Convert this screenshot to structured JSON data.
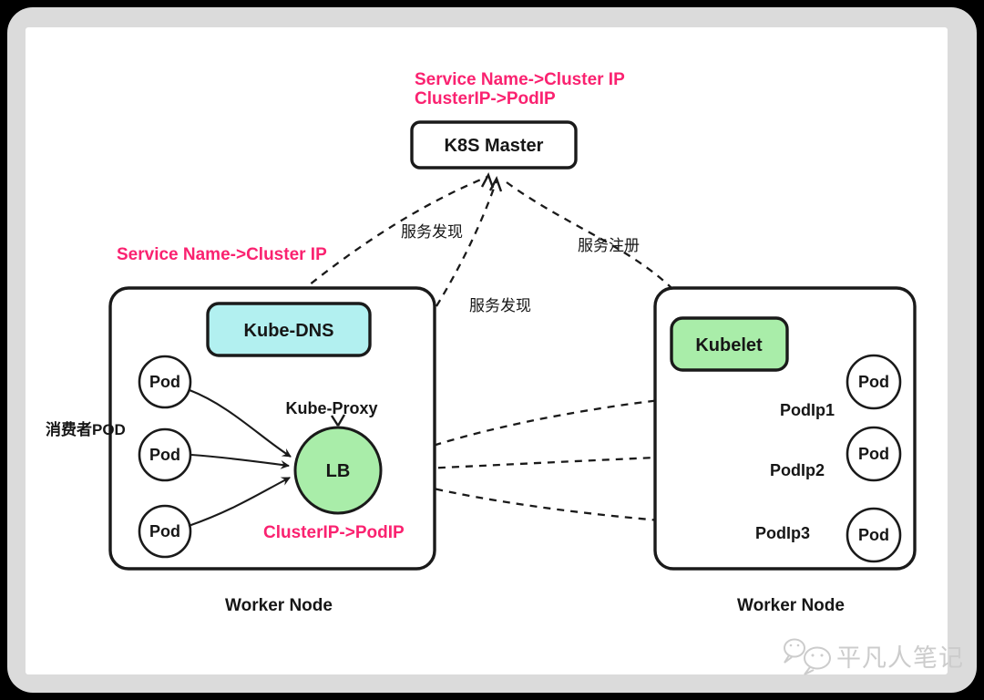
{
  "colors": {
    "background": "#000000",
    "card": "#dbdbdb",
    "content": "#ffffff",
    "pink": "#fa2270",
    "green": "#a9eda9",
    "cyan": "#b2f0f0",
    "line": "#1a1a1a",
    "watermark": "#cccccc"
  },
  "master": {
    "label": "K8S Master",
    "annotation_line1": "Service Name->Cluster IP",
    "annotation_line2": "ClusterIP->PodIP"
  },
  "left_worker": {
    "caption": "Worker Node",
    "annotation": "Service Name->Cluster IP",
    "kube_dns_label": "Kube-DNS",
    "kube_proxy_label": "Kube-Proxy",
    "lb_label": "LB",
    "lb_annotation": "ClusterIP->PodIP",
    "consumer_label": "消费者POD",
    "pods": [
      "Pod",
      "Pod",
      "Pod"
    ]
  },
  "right_worker": {
    "caption": "Worker Node",
    "kubelet_label": "Kubelet",
    "pods": [
      "Pod",
      "Pod",
      "Pod"
    ],
    "pod_ip_labels": [
      "PodIp1",
      "PodIp2",
      "PodIp3"
    ]
  },
  "edges": {
    "service_discovery_dns": "服务发现",
    "service_discovery_lb": "服务发现",
    "service_register": "服务注册"
  },
  "watermark": {
    "text": "平凡人笔记"
  }
}
